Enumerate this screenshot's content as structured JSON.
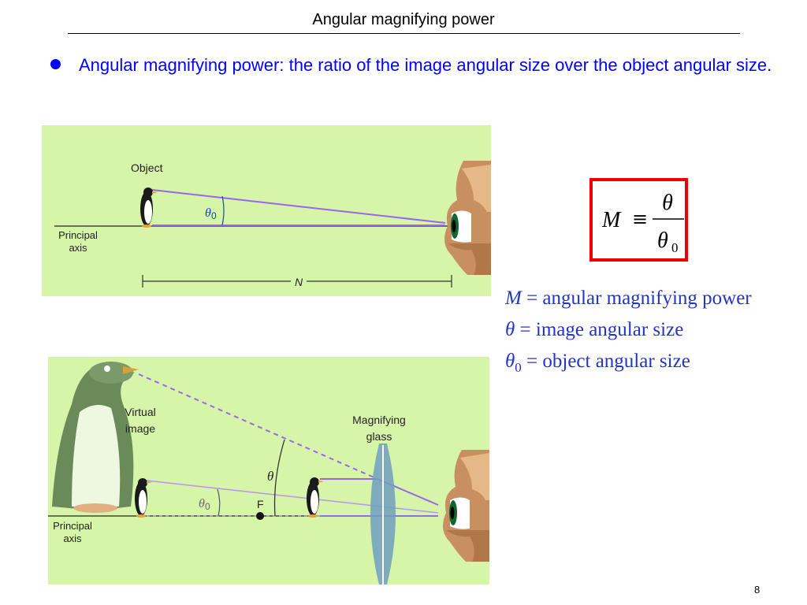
{
  "slide": {
    "title": "Angular magnifying power",
    "bullet": "Angular magnifying power: the ratio of the image angular size over the object angular size.",
    "page_number": "8"
  },
  "figure_top": {
    "object_label": "Object",
    "axis_label_line1": "Principal",
    "axis_label_line2": "axis",
    "angle_symbol": "θ",
    "angle_subscript": "0",
    "distance_label": "N"
  },
  "figure_bottom": {
    "virtual_line1": "Virtual",
    "virtual_line2": "image",
    "glass_line1": "Magnifying",
    "glass_line2": "glass",
    "theta_label": "θ",
    "theta0_symbol": "θ",
    "theta0_subscript": "0",
    "focal_label": "F",
    "axis_label_line1": "Principal",
    "axis_label_line2": "axis"
  },
  "formula": {
    "lhs": "M",
    "equiv": "≡",
    "numerator": "θ",
    "denominator": "θ",
    "denominator_subscript": "0"
  },
  "legend": [
    {
      "symbol": "M",
      "subscript": "",
      "text": " = angular magnifying power"
    },
    {
      "symbol": "θ",
      "subscript": "",
      "text": " = image angular size"
    },
    {
      "symbol": "θ",
      "subscript": "0",
      "text": " = object angular size"
    }
  ],
  "colors": {
    "bullet_blue": "#0000ff",
    "panel_green": "#d6f5a8",
    "ray_purple": "#9966ee",
    "formula_border": "#ee0000",
    "legend_blue": "#2233cc"
  }
}
